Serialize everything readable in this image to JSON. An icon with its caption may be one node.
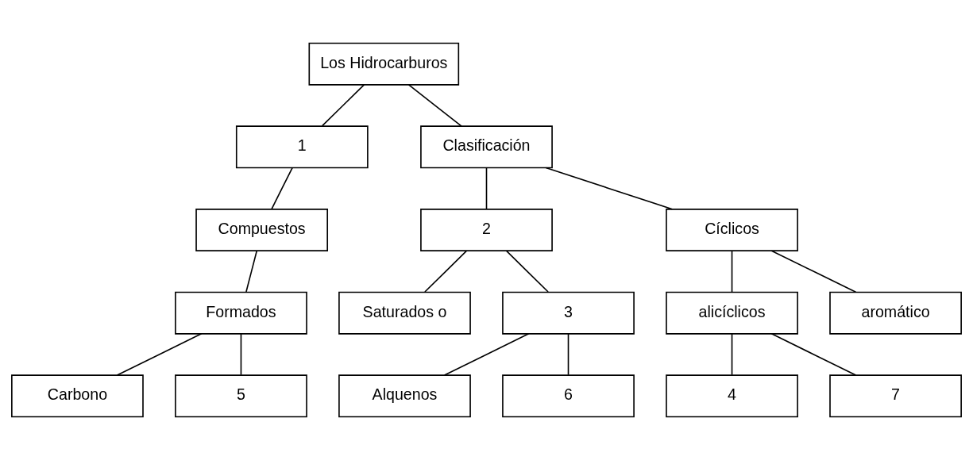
{
  "diagram": {
    "nodes": [
      {
        "text": [
          "Los Hidrocarburos"
        ]
      },
      {
        "text": [
          "1"
        ]
      },
      {
        "text": [
          "Clasificación"
        ]
      },
      {
        "text": [
          "Compuestos"
        ]
      },
      {
        "text": [
          "Formados"
        ]
      },
      {
        "text": [
          "Carbono"
        ]
      },
      {
        "text": [
          "5"
        ]
      },
      {
        "text": [
          "2"
        ]
      },
      {
        "text": [
          "Cíclicos"
        ]
      },
      {
        "text": [
          "Saturados o"
        ]
      },
      {
        "text": [
          "3"
        ]
      },
      {
        "text": [
          "Alquenos"
        ]
      },
      {
        "text": [
          "6"
        ]
      },
      {
        "text": [
          "alicíclicos"
        ]
      },
      {
        "text": [
          "aromático"
        ]
      },
      {
        "text": [
          "4"
        ]
      },
      {
        "text": [
          "7"
        ]
      }
    ],
    "edges": [
      {
        "from": 0,
        "to": 1,
        "arrow": "none"
      },
      {
        "from": 0,
        "to": 2,
        "arrow": "none"
      },
      {
        "from": 1,
        "to": 3,
        "arrow": "none"
      },
      {
        "from": 3,
        "to": 4,
        "arrow": "none"
      },
      {
        "from": 4,
        "to": 5,
        "arrow": "none"
      },
      {
        "from": 4,
        "to": 6,
        "arrow": "none"
      },
      {
        "from": 2,
        "to": 7,
        "arrow": "none"
      },
      {
        "from": 2,
        "to": 8,
        "arrow": "none"
      },
      {
        "from": 7,
        "to": 9,
        "arrow": "none"
      },
      {
        "from": 7,
        "to": 10,
        "arrow": "none"
      },
      {
        "from": 10,
        "to": 11,
        "arrow": "none"
      },
      {
        "from": 10,
        "to": 12,
        "arrow": "none"
      },
      {
        "from": 8,
        "to": 13,
        "arrow": "none"
      },
      {
        "from": 8,
        "to": 14,
        "arrow": "none"
      },
      {
        "from": 13,
        "to": 15,
        "arrow": "none"
      },
      {
        "from": 13,
        "to": 16,
        "arrow": "none"
      }
    ]
  }
}
